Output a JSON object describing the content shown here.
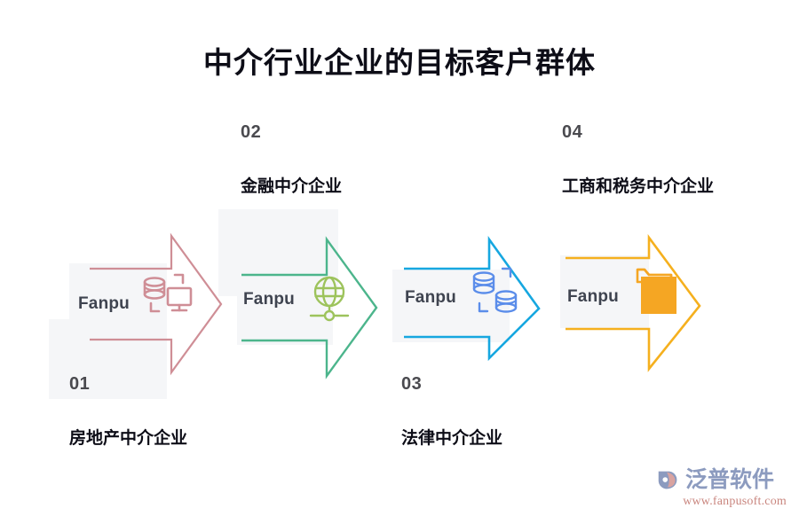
{
  "page": {
    "title": "中介行业企业的目标客户群体",
    "background_color": "#ffffff",
    "panel_color": "#f5f6f8",
    "title_color": "#0d0d17"
  },
  "steps": [
    {
      "number": "01",
      "label": "房地产中介企业",
      "brand": "Fanpu",
      "color": "#cf8e96",
      "icon": "database-monitor-icon",
      "caption_position": "below"
    },
    {
      "number": "02",
      "label": "金融中介企业",
      "brand": "Fanpu",
      "color": "#4cb58c",
      "icon": "globe-network-icon",
      "caption_position": "above"
    },
    {
      "number": "03",
      "label": "法律中介企业",
      "brand": "Fanpu",
      "color": "#16a7e0",
      "icon": "database-stack-icon",
      "caption_position": "below"
    },
    {
      "number": "04",
      "label": "工商和税务中介企业",
      "brand": "Fanpu",
      "color": "#f5b01e",
      "icon": "folder-icon",
      "caption_position": "above"
    }
  ],
  "watermark": {
    "brand": "泛普软件",
    "url": "www.fanpusoft.com",
    "brand_color": "#8c9bbf",
    "url_color": "#c9857e"
  }
}
